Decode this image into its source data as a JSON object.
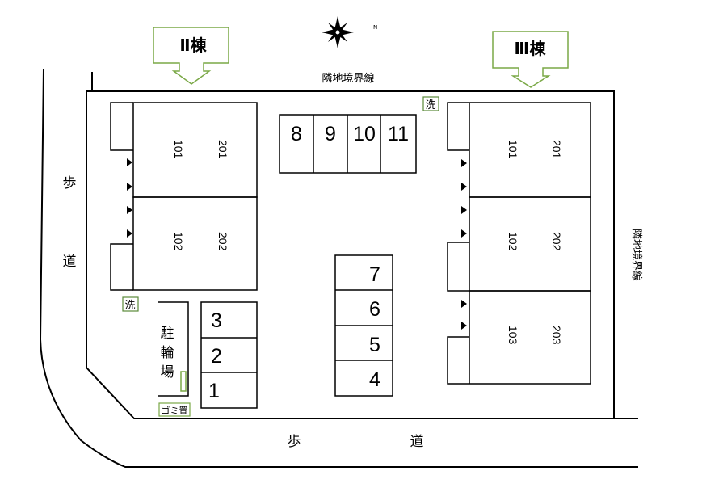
{
  "buildings": {
    "building_2": {
      "label": "Ⅱ棟",
      "units": [
        "101",
        "102",
        "201",
        "202"
      ]
    },
    "building_3": {
      "label": "Ⅲ棟",
      "units": [
        "101",
        "102",
        "103",
        "201",
        "202",
        "203"
      ]
    }
  },
  "labels": {
    "boundary_top": "隣地境界線",
    "boundary_right": "隣地境界線",
    "sidewalk_left": [
      "歩",
      "道"
    ],
    "sidewalk_bottom": [
      "歩",
      "道"
    ],
    "bicycle_parking": [
      "駐",
      "輪",
      "場"
    ],
    "garbage": "ゴミ置",
    "laundry": "洗",
    "compass_north": "N"
  },
  "parking": {
    "top_row": [
      "8",
      "9",
      "10",
      "11"
    ],
    "center_column": [
      "7",
      "6",
      "5",
      "4"
    ],
    "left_column": [
      "3",
      "2",
      "1"
    ]
  },
  "colors": {
    "lines": "#000000",
    "callout_border": "#7aa846",
    "laundry_border": "#5a8a3a"
  }
}
